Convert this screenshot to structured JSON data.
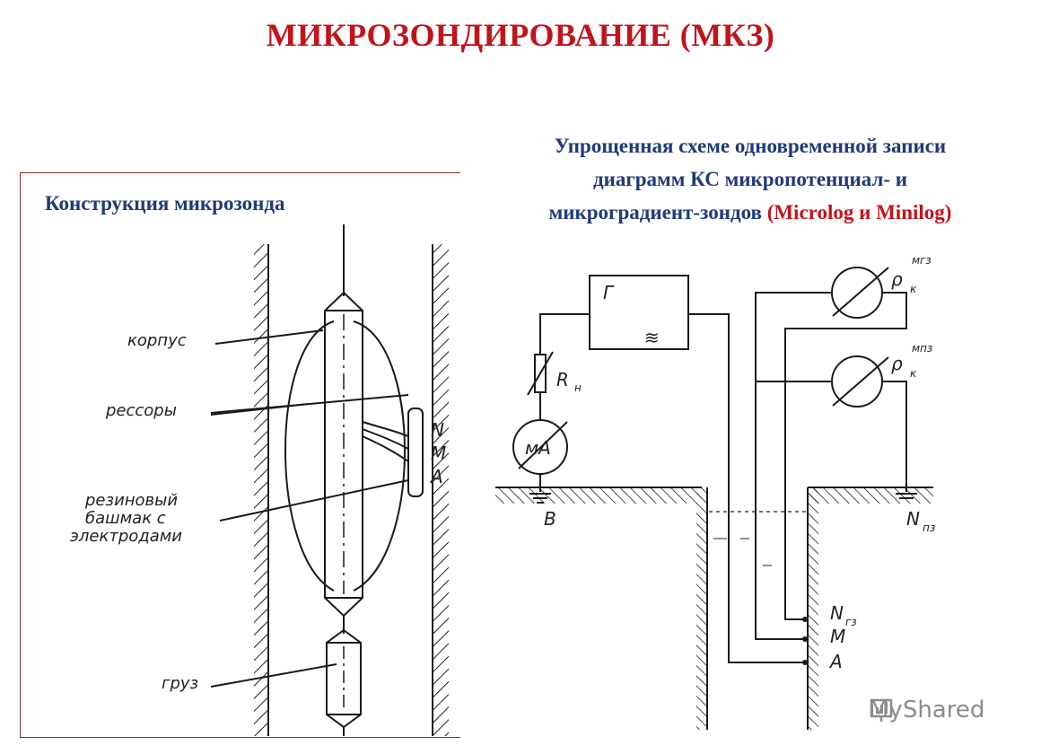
{
  "title": "МИКРОЗОНДИРОВАНИЕ (МКЗ)",
  "left_caption": "Конструкция  микрозонда",
  "right_caption": {
    "line1": "Упрощенная схеме одновременной записи",
    "line2": "диаграмм КС микропотенциал- и",
    "line3_main": "микроградиент-зондов ",
    "line3_red": "(Microlog и Minilog)"
  },
  "probe_labels": {
    "body": "корпус",
    "springs": "рессоры",
    "shoe_line1": "резиновый",
    "shoe_line2": "башмак с",
    "shoe_line3": "электродами",
    "weight": "груз",
    "pad_n": "N",
    "pad_m": "M",
    "pad_a": "A"
  },
  "circuit_labels": {
    "generator": "Г",
    "generator_ac": "≋",
    "resistor": "R",
    "resistor_sub": "н",
    "meter": "мА",
    "ground_b": "B",
    "rho1": "ρ",
    "rho1_sub": "к",
    "rho1_sup": "мгз",
    "rho2": "ρ",
    "rho2_sub": "к",
    "rho2_sup": "мпз",
    "n_pz": "N",
    "n_pz_sub": "пз",
    "n_gz": "N",
    "n_gz_sub": "гз",
    "m": "М",
    "a": "А"
  },
  "watermark": "MyShared",
  "colors": {
    "title": "#c0141c",
    "caption": "#1f3a7a",
    "accent": "#c0141c"
  }
}
